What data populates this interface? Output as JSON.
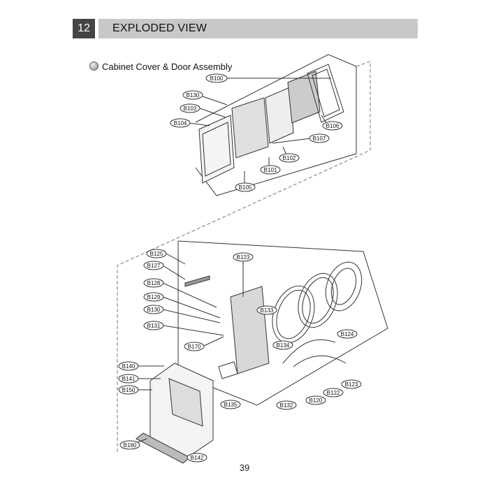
{
  "header": {
    "number": "12",
    "title": "EXPLODED VIEW"
  },
  "section": {
    "title": "Cabinet Cover & Door Assembly"
  },
  "callouts_upper": [
    "B100",
    "B130",
    "B103",
    "B104",
    "B106",
    "B107",
    "B102",
    "B101",
    "B105"
  ],
  "callouts_lower": [
    "B125",
    "B127",
    "B128",
    "B129",
    "B130",
    "B131",
    "B170",
    "B123",
    "B133",
    "B134",
    "B124",
    "B123",
    "B122",
    "B120",
    "B132",
    "B135",
    "B140",
    "B141",
    "B150",
    "B160",
    "B142"
  ],
  "page": {
    "number": "39"
  }
}
